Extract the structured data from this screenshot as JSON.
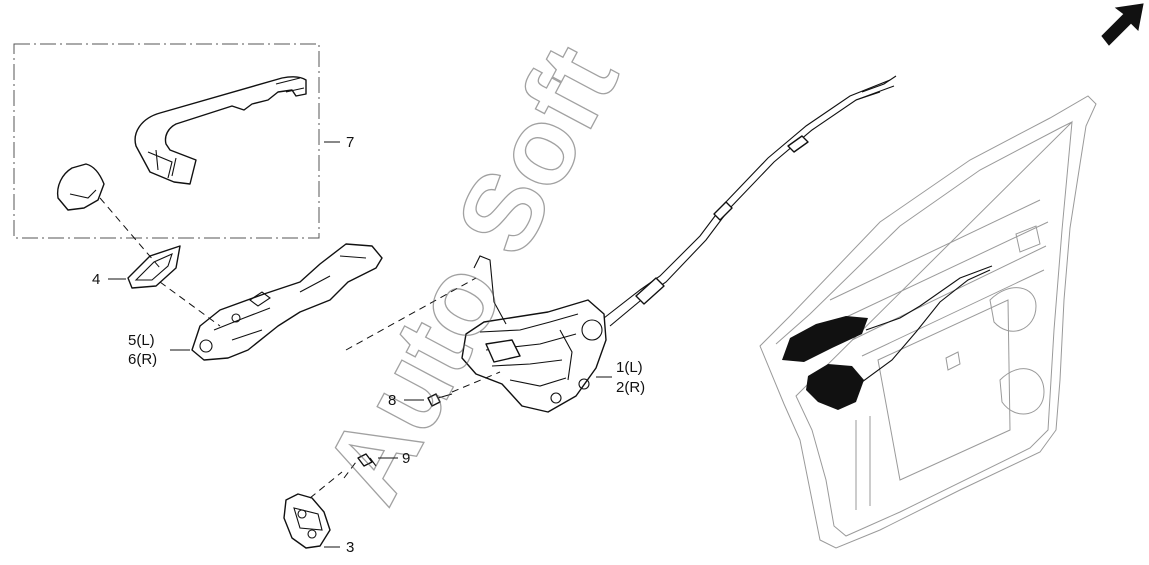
{
  "watermark": "Auto Soft",
  "callouts": [
    {
      "id": "handle",
      "label": "7"
    },
    {
      "id": "gasket",
      "label": "4"
    },
    {
      "id": "bracket-left",
      "label": "5(L)"
    },
    {
      "id": "bracket-right",
      "label": "6(R)"
    },
    {
      "id": "latch-left",
      "label": "1(L)"
    },
    {
      "id": "latch-right",
      "label": "2(R)"
    },
    {
      "id": "bolt",
      "label": "8"
    },
    {
      "id": "screw",
      "label": "9"
    },
    {
      "id": "striker",
      "label": "3"
    }
  ],
  "icons": {
    "front-arrow": "front-direction-arrow-icon"
  },
  "colors": {
    "line": "#111111",
    "door_outline": "#9a9a9a",
    "watermark": "#555555"
  }
}
